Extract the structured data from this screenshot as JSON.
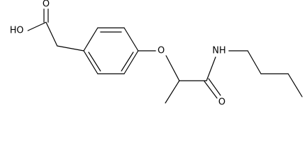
{
  "molecule": {
    "atoms": [
      {
        "id": "O_ketone_acid",
        "symbol": "O"
      },
      {
        "id": "OH_acid",
        "symbol": "HO"
      },
      {
        "id": "O_ether",
        "symbol": "O"
      },
      {
        "id": "NH_amide",
        "symbol": "NH"
      },
      {
        "id": "O_amide",
        "symbol": "O"
      }
    ]
  }
}
